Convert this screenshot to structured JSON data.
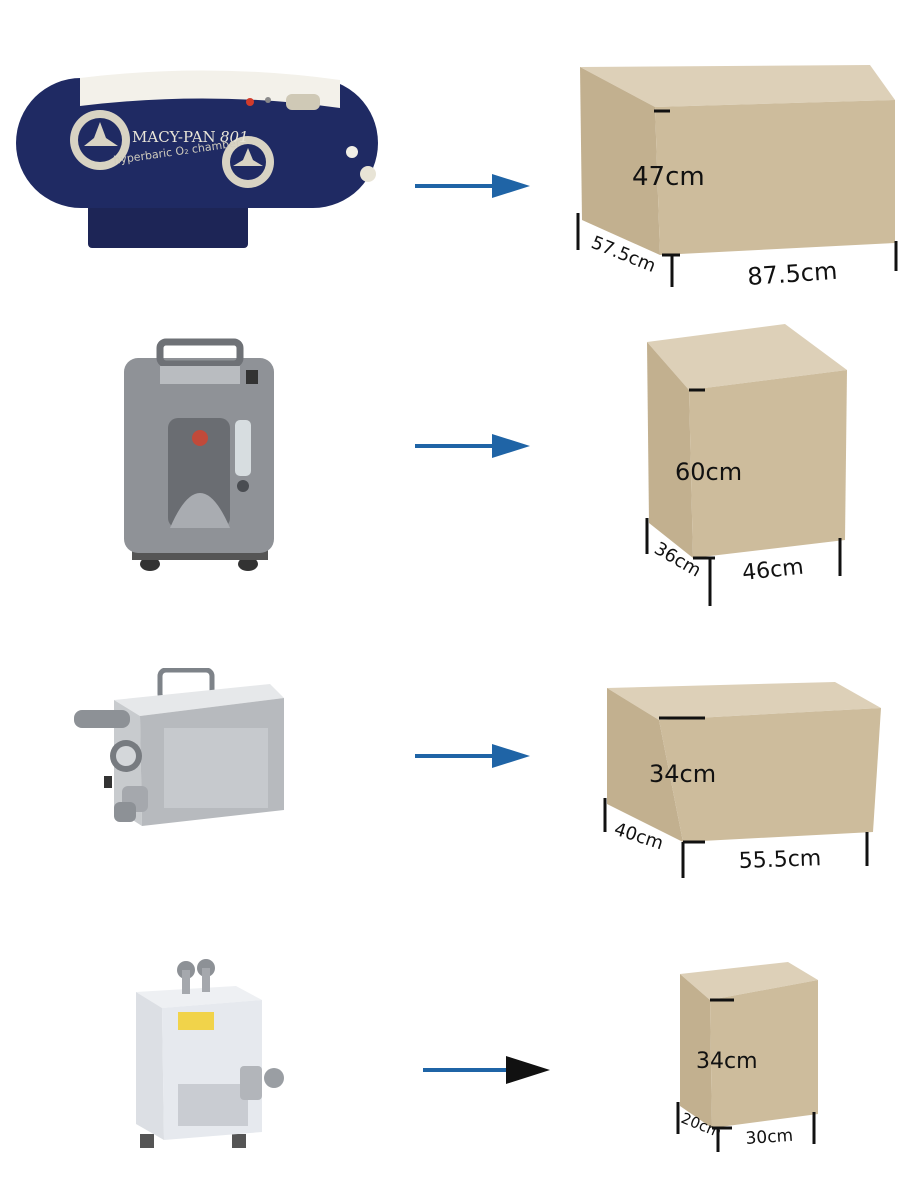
{
  "colors": {
    "arrow": "#1f64a6",
    "box_front": "#cdbc9c",
    "box_top": "#ddd0b8",
    "box_side": "#c2b08f",
    "edge_mark": "#111111"
  },
  "rows": [
    {
      "product": {
        "icon": "hyperbaric-chamber-icon",
        "brand": "MACY-PAN",
        "model": "801",
        "subtitle": "hyperbaric O₂ chamber"
      },
      "arrow": "arrow-right-icon",
      "box": {
        "height": "47cm",
        "depth": "57.5cm",
        "width": "87.5cm"
      }
    },
    {
      "product": {
        "icon": "oxygen-concentrator-icon"
      },
      "arrow": "arrow-right-icon",
      "box": {
        "height": "60cm",
        "depth": "36cm",
        "width": "46cm"
      }
    },
    {
      "product": {
        "icon": "portable-oxygen-unit-icon"
      },
      "arrow": "arrow-right-icon",
      "box": {
        "height": "34cm",
        "depth": "40cm",
        "width": "55.5cm"
      }
    },
    {
      "product": {
        "icon": "oxygen-generator-module-icon"
      },
      "arrow": "arrow-right-icon",
      "box": {
        "height": "34cm",
        "depth": "20cm",
        "width": "30cm"
      }
    }
  ]
}
